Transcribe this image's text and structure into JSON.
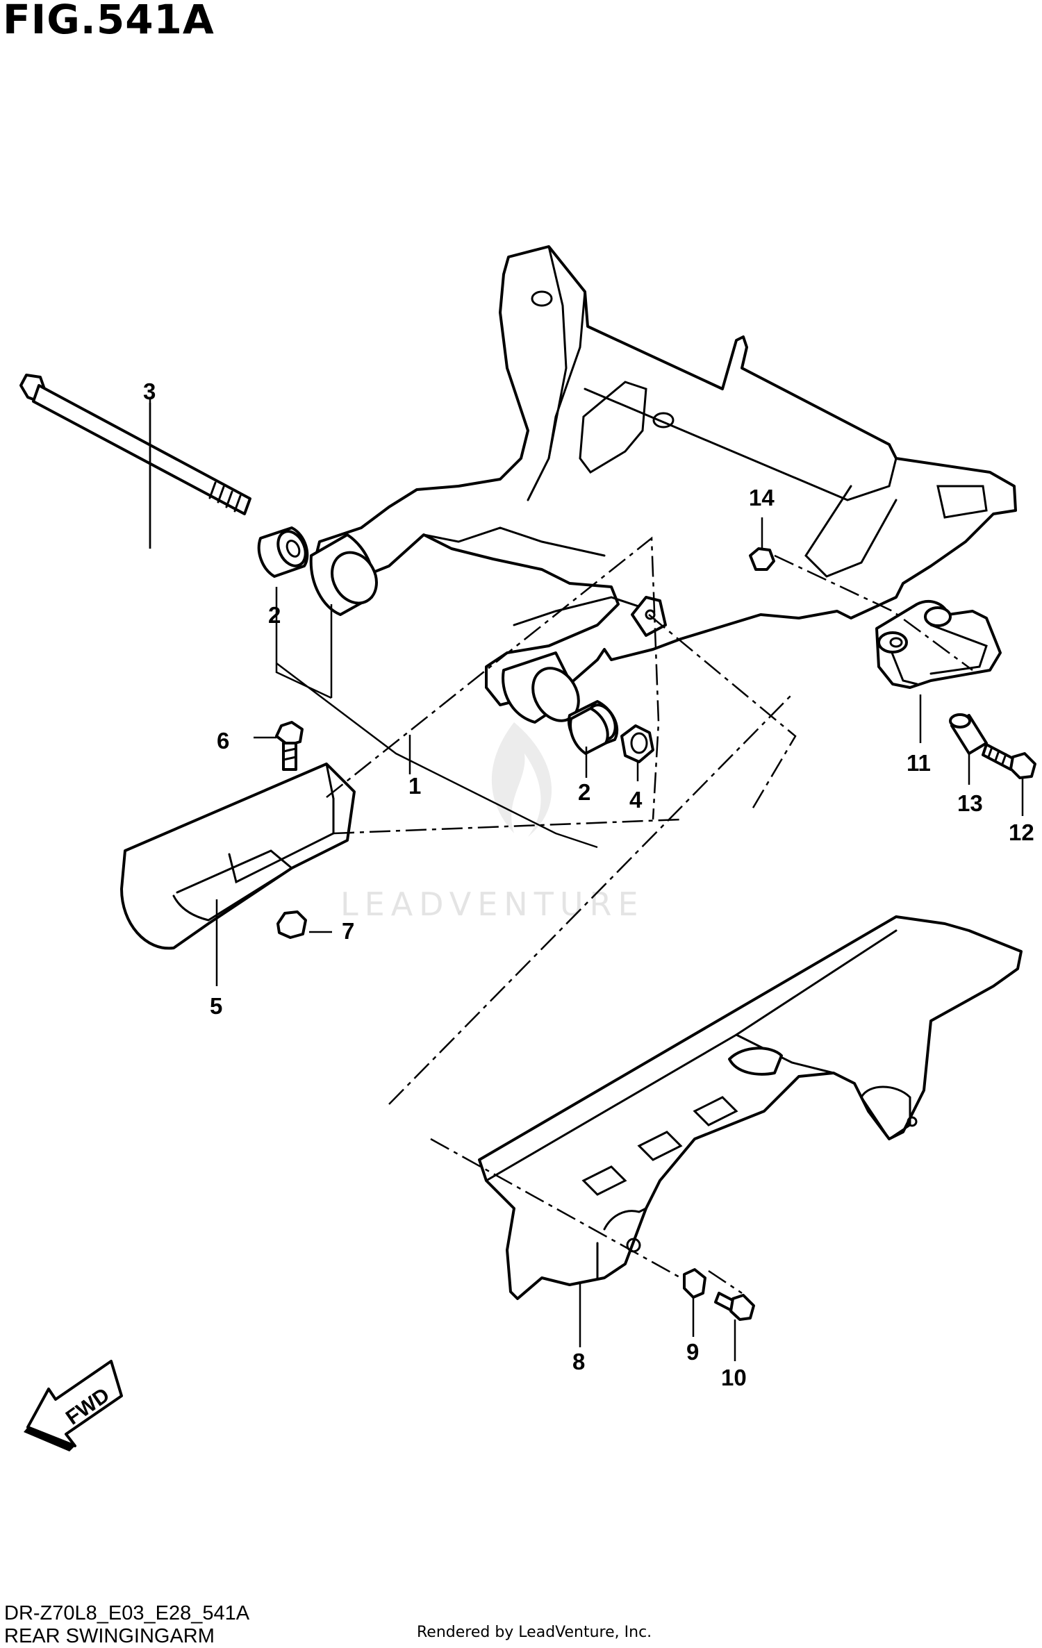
{
  "figure": {
    "title": "FIG.541A",
    "model_code": "DR-Z70L8_E03_E28_541A",
    "section_name": "REAR SWINGINGARM",
    "rendered_by": "Rendered by LeadVenture, Inc.",
    "watermark": "LEADVENTURE",
    "direction_label": "FWD"
  },
  "callouts": [
    {
      "id": "1",
      "label": "1"
    },
    {
      "id": "2a",
      "label": "2"
    },
    {
      "id": "2b",
      "label": "2"
    },
    {
      "id": "3",
      "label": "3"
    },
    {
      "id": "4",
      "label": "4"
    },
    {
      "id": "5",
      "label": "5"
    },
    {
      "id": "6",
      "label": "6"
    },
    {
      "id": "7",
      "label": "7"
    },
    {
      "id": "8",
      "label": "8"
    },
    {
      "id": "9",
      "label": "9"
    },
    {
      "id": "10",
      "label": "10"
    },
    {
      "id": "11",
      "label": "11"
    },
    {
      "id": "12",
      "label": "12"
    },
    {
      "id": "13",
      "label": "13"
    },
    {
      "id": "14",
      "label": "14"
    }
  ]
}
